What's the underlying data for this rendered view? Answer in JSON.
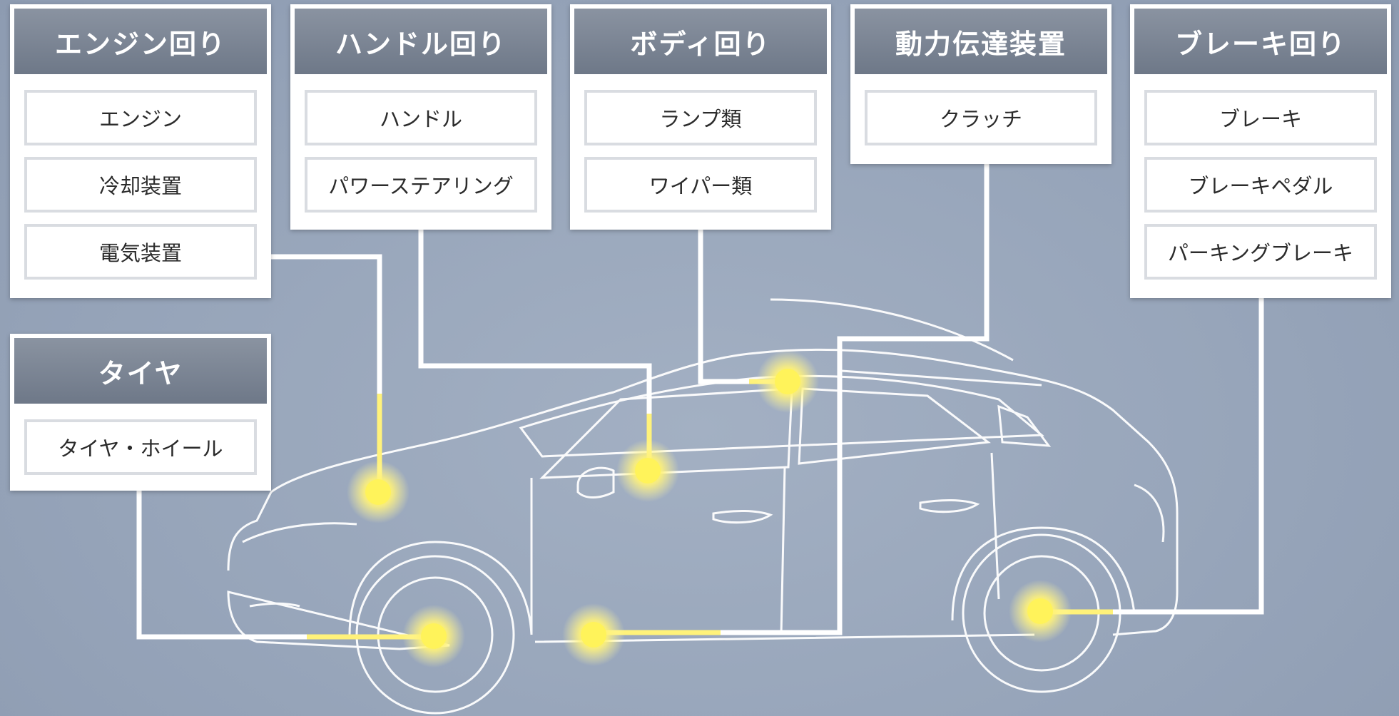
{
  "groups": [
    {
      "title": "エンジン回り",
      "items": [
        "エンジン",
        "冷却装置",
        "電気装置"
      ]
    },
    {
      "title": "ハンドル回り",
      "items": [
        "ハンドル",
        "パワーステアリング"
      ]
    },
    {
      "title": "ボディ回り",
      "items": [
        "ランプ類",
        "ワイパー類"
      ]
    },
    {
      "title": "動力伝達装置",
      "items": [
        "クラッチ"
      ]
    },
    {
      "title": "ブレーキ回り",
      "items": [
        "ブレーキ",
        "ブレーキペダル",
        "パーキングブレーキ"
      ]
    },
    {
      "title": "タイヤ",
      "items": [
        "タイヤ・ホイール"
      ]
    }
  ],
  "colors": {
    "background": "#97a5ba",
    "header": "#7a8394",
    "connector": "#ffffff",
    "highlight": "#fff27a"
  }
}
